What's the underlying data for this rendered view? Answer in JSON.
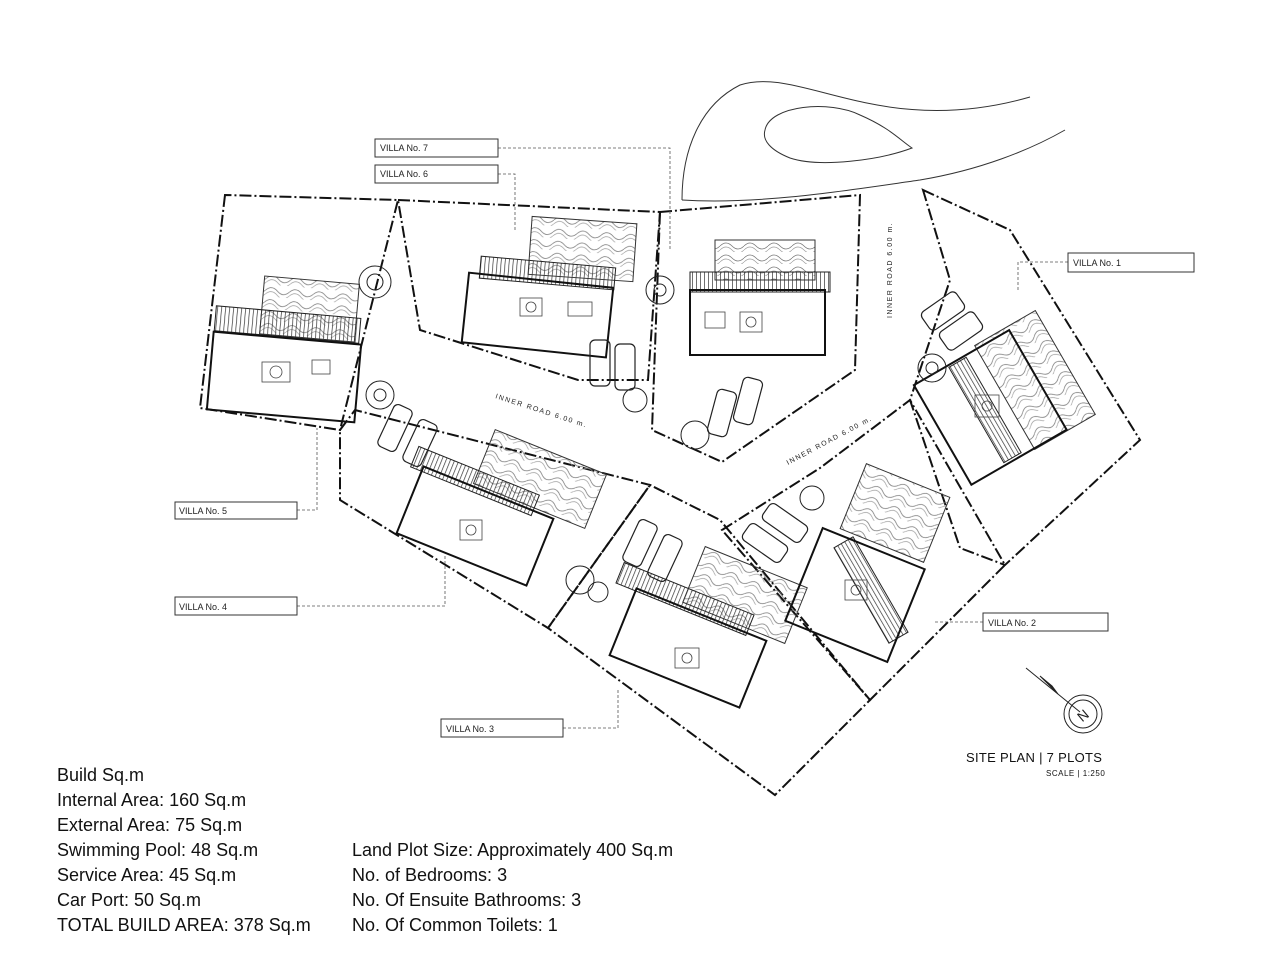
{
  "labels": {
    "villa1": "VILLA  No. 1",
    "villa2": "VILLA  No. 2",
    "villa3": "VILLA  No. 3",
    "villa4": "VILLA  No. 4",
    "villa5": "VILLA  No. 5",
    "villa6": "VILLA  No. 6",
    "villa7": "VILLA  No. 7"
  },
  "roads": {
    "road_a": "INNER ROAD 6.00 m.",
    "road_b": "INNER ROAD 6.00 m.",
    "road_c": "INNER ROAD 6.00 m."
  },
  "compass": {
    "letter": "N"
  },
  "title": {
    "main": "SITE PLAN | 7 PLOTS",
    "scale": "SCALE  | 1:250"
  },
  "build": {
    "heading": "Build Sq.m",
    "internal": "Internal Area: 160 Sq.m",
    "external": "External Area: 75 Sq.m",
    "pool": "Swimming Pool: 48 Sq.m",
    "service": "Service Area: 45 Sq.m",
    "carport": "Car Port: 50 Sq.m",
    "total": "TOTAL BUILD AREA: 378 Sq.m"
  },
  "plot": {
    "size": "Land Plot Size: Approximately 400 Sq.m",
    "bedrooms": "No. of Bedrooms: 3",
    "ensuite": "No. Of Ensuite Bathrooms: 3",
    "toilets": "No. Of Common Toilets: 1"
  }
}
